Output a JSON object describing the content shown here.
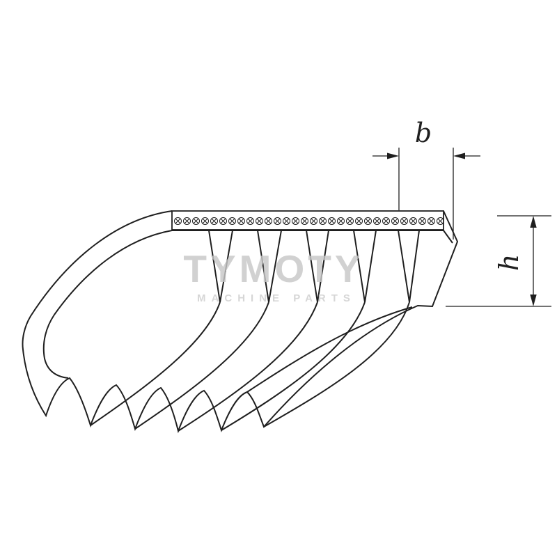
{
  "diagram": {
    "type": "technical-line-drawing",
    "subject": "Poly-V ribbed belt cross-section with dimensions",
    "labels": {
      "b": "b",
      "h": "h"
    },
    "front_groove_count": 5,
    "bottom_rib_tip_count": 6,
    "colors": {
      "line": "#1f1f1f",
      "background": "#ffffff",
      "watermark": "#c7c7c7"
    }
  },
  "watermark": {
    "title": "TYMOTY",
    "subtitle": "MACHINE PARTS"
  }
}
